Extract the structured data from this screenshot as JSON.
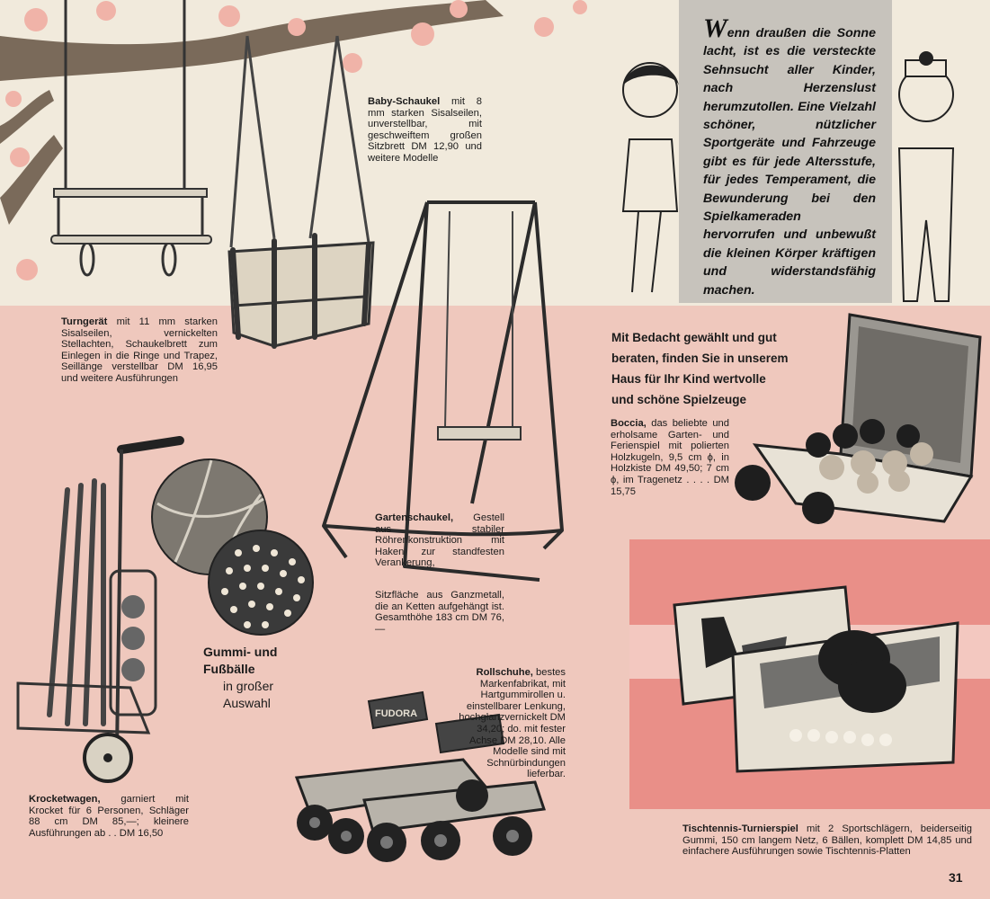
{
  "intro": {
    "drop_cap": "W",
    "text": "enn draußen die Sonne lacht, ist es die versteckte Sehnsucht aller Kinder, nach Herzenslust herumzutollen. Eine Vielzahl schöner, nützlicher Sportgeräte und Fahrzeuge gibt es für jede Altersstufe, für jedes Temperament, die Bewunderung bei den Spielkameraden hervorrufen und unbewußt die kleinen Körper kräftigen und widerstandsfähig machen."
  },
  "tagline": "Mit Bedacht gewählt und gut beraten, finden Sie in unserem Haus für Ihr Kind wertvolle und schöne Spielzeuge",
  "products": {
    "baby_swing": {
      "name": "Baby-Schaukel",
      "desc": "mit 8 mm starken Sisalseilen, unverstellbar, mit geschweiftem großen Sitzbrett DM 12,90 und weitere Modelle"
    },
    "gym_swing": {
      "name": "Turngerät",
      "desc": "mit 11 mm starken Sisalseilen, vernickelten Stellachten, Schaukelbrett zum Einlegen in die Ringe und Trapez, Seillänge verstellbar DM 16,95 und weitere Ausführungen"
    },
    "garden_swing": {
      "name": "Gartenschaukel,",
      "desc": "Gestell aus stabiler Röhrenkonstruktion mit Haken zur standfesten Verankerung,",
      "desc2": "Sitzfläche aus Ganzmetall, die an Ketten aufgehängt ist. Gesamthöhe 183 cm   DM 76,—"
    },
    "boccia": {
      "name": "Boccia,",
      "desc": "das beliebte und erholsame Garten- und Ferienspiel mit polierten Holzkugeln, 9,5 cm ϕ, in Holzkiste DM 49,50; 7 cm ϕ, im Tragenetz . . . . DM 15,75"
    },
    "balls": {
      "name": "Gummi- und Fußbälle",
      "sub1": "in großer",
      "sub2": "Auswahl"
    },
    "skates": {
      "name": "Rollschuhe,",
      "desc": "bestes Markenfabrikat, mit Hartgummirollen u. einstellbarer Lenkung, hochglanzvernickelt DM 34,20; do. mit fester Achse DM 28,10. Alle Modelle sind mit Schnürbindungen lieferbar.",
      "brand": "FUDORA"
    },
    "croquet": {
      "name": "Krocketwagen,",
      "desc": "garniert mit Krocket für 6 Personen, Schläger 88 cm DM 85,—; kleinere Ausführungen ab . . DM 16,50"
    },
    "table_tennis": {
      "name": "Tischtennis-Turnierspiel",
      "desc": "mit 2 Sportschlägern, beiderseitig Gummi, 150 cm langem Netz, 6 Bällen, komplett DM 14,85 und einfachere Ausführungen sowie Tischtennis-Platten"
    }
  },
  "page_number": "31",
  "colors": {
    "pink": "#efc8bd",
    "coral": "#e98f88",
    "grey_box": "#c7c3bc",
    "paper": "#f1eadc"
  }
}
